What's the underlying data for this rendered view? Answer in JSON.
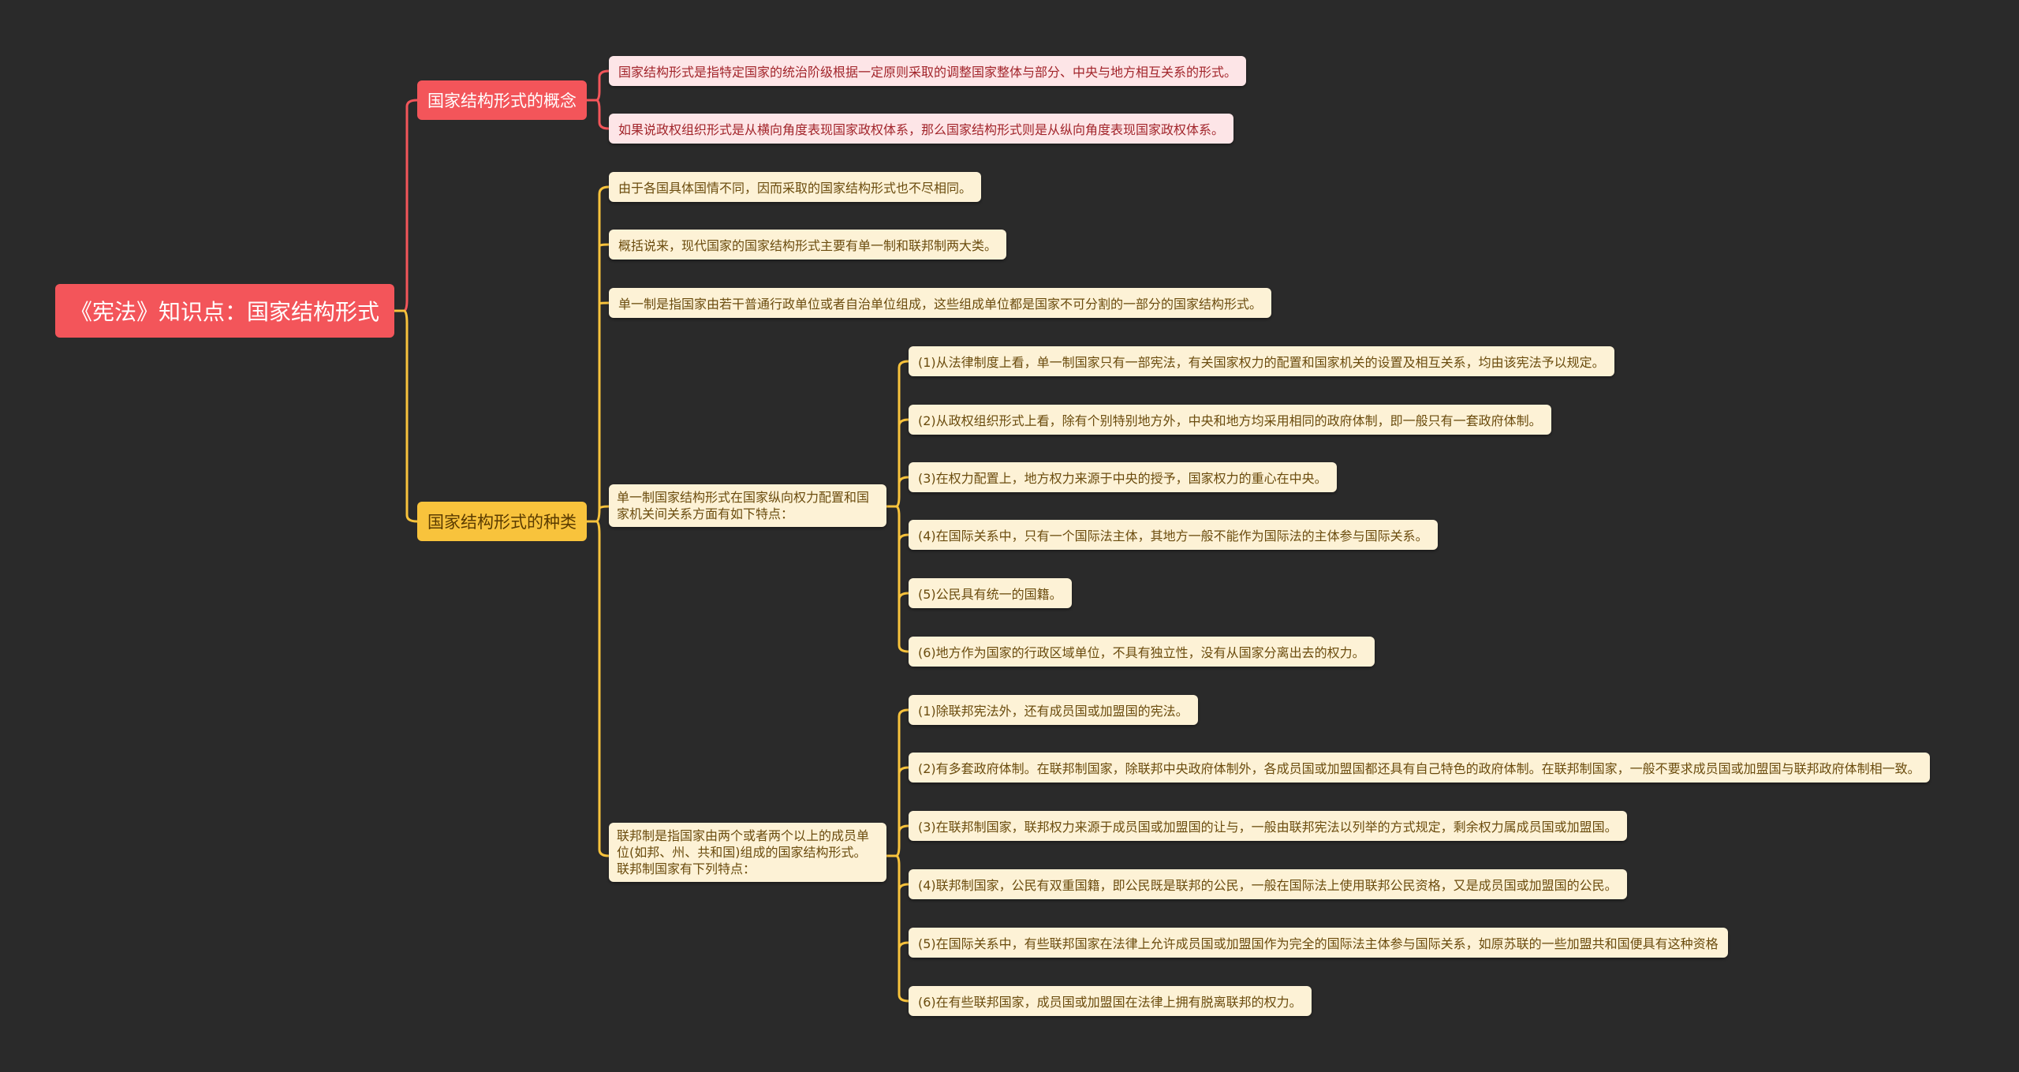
{
  "root": {
    "label": "《宪法》知识点：国家结构形式"
  },
  "concept": {
    "label": "国家结构形式的概念",
    "items": [
      "国家结构形式是指特定国家的统治阶级根据一定原则采取的调整国家整体与部分、中央与地方相互关系的形式。",
      "如果说政权组织形式是从横向角度表现国家政权体系，那么国家结构形式则是从纵向角度表现国家政权体系。"
    ]
  },
  "types": {
    "label": "国家结构形式的种类",
    "items": [
      "由于各国具体国情不同，因而采取的国家结构形式也不尽相同。",
      "概括说来，现代国家的国家结构形式主要有单一制和联邦制两大类。",
      "单一制是指国家由若干普通行政单位或者自治单位组成，这些组成单位都是国家不可分割的一部分的国家结构形式。"
    ],
    "unitary": {
      "label": "单一制国家结构形式在国家纵向权力配置和国家机关间关系方面有如下特点：",
      "items": [
        "(1)从法律制度上看，单一制国家只有一部宪法，有关国家权力的配置和国家机关的设置及相互关系，均由该宪法予以规定。",
        "(2)从政权组织形式上看，除有个别特别地方外，中央和地方均采用相同的政府体制，即一般只有一套政府体制。",
        "(3)在权力配置上，地方权力来源于中央的授予，国家权力的重心在中央。",
        "(4)在国际关系中，只有一个国际法主体，其地方一般不能作为国际法的主体参与国际关系。",
        "(5)公民具有统一的国籍。",
        "(6)地方作为国家的行政区域单位，不具有独立性，没有从国家分离出去的权力。"
      ]
    },
    "federal": {
      "label": "联邦制是指国家由两个或者两个以上的成员单位(如邦、州、共和国)组成的国家结构形式。联邦制国家有下列特点：",
      "items": [
        "(1)除联邦宪法外，还有成员国或加盟国的宪法。",
        "(2)有多套政府体制。在联邦制国家，除联邦中央政府体制外，各成员国或加盟国都还具有自己特色的政府体制。在联邦制国家，一般不要求成员国或加盟国与联邦政府体制相一致。",
        "(3)在联邦制国家，联邦权力来源于成员国或加盟国的让与，一般由联邦宪法以列举的方式规定，剩余权力属成员国或加盟国。",
        "(4)联邦制国家，公民有双重国籍，即公民既是联邦的公民，一般在国际法上使用联邦公民资格，又是成员国或加盟国的公民。",
        "(5)在国际关系中，有些联邦国家在法律上允许成员国或加盟国作为完全的国际法主体参与国际关系，如原苏联的一些加盟共和国便具有这种资格",
        "(6)在有些联邦国家，成员国或加盟国在法律上拥有脱离联邦的权力。"
      ]
    }
  },
  "colors": {
    "background": "#2a2a2a",
    "red": "#f3555a",
    "yellow": "#f8c33c",
    "red_leaf": "#fde5e7",
    "yellow_leaf": "#fdf2d6"
  }
}
